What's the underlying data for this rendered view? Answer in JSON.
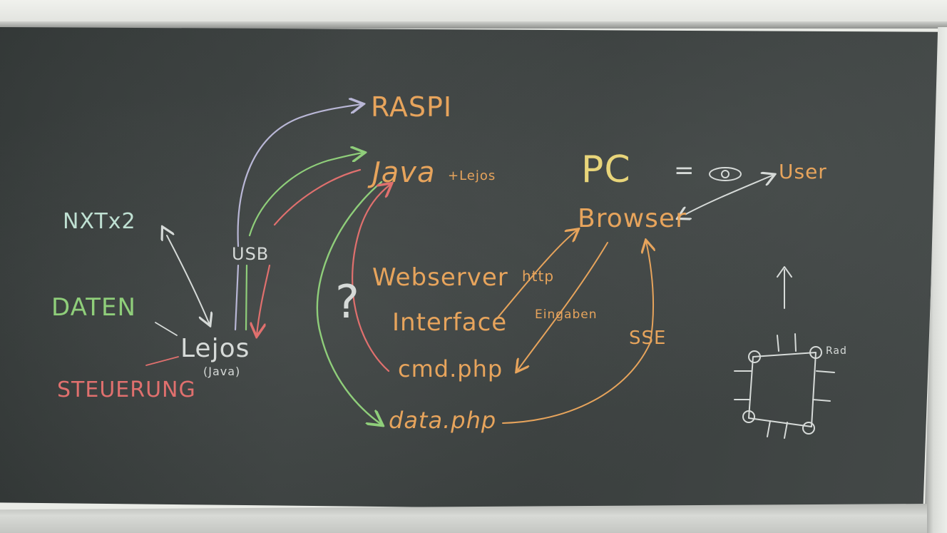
{
  "board": {
    "raspi": "RASPI",
    "java_lejos": "Java",
    "java_lejos_small": "+Lejos",
    "pc": "PC",
    "eq": "=",
    "user": "User",
    "browser": "Browser",
    "nxt": "NXTx2",
    "usb": "USB",
    "daten": "DATEN",
    "lejos": "Lejos",
    "lejos_java": "(Java)",
    "steuerung": "STEUERUNG",
    "question": "?",
    "webserver": "Webserver",
    "http": "http",
    "interface": "Interface",
    "eingaben": "Eingaben",
    "sse": "SSE",
    "cmd": "cmd.php",
    "data": "data.php",
    "rad": "Rad"
  },
  "colors": {
    "board": "#3a3f3e",
    "chalk_orange": "#e7a45c",
    "chalk_white": "#d6dad8",
    "chalk_lavender": "#b9b7d6",
    "chalk_green": "#8fce7a",
    "chalk_red": "#e0706e",
    "chalk_yellow": "#e8d57a",
    "chalk_mint": "#bfe0d2"
  }
}
